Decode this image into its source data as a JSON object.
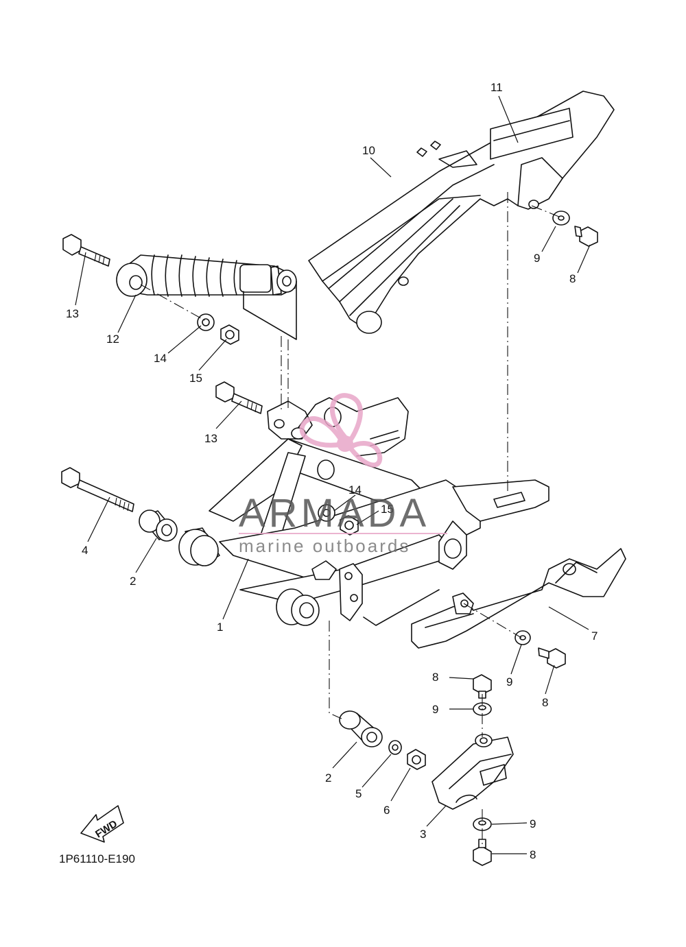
{
  "diagram": {
    "code": "1P61110-E190",
    "fwd_label": "FWD",
    "watermark": {
      "brand": "ARMADA",
      "tagline": "marine outboards",
      "colors": {
        "logo": "#e8a6c8",
        "text": "#555555"
      }
    },
    "callouts": {
      "c1": "1",
      "c2a": "2",
      "c2b": "2",
      "c3": "3",
      "c4": "4",
      "c5": "5",
      "c6": "6",
      "c7": "7",
      "c8a": "8",
      "c8b": "8",
      "c8c": "8",
      "c8d": "8",
      "c9a": "9",
      "c9b": "9",
      "c9c": "9",
      "c9d": "9",
      "c10": "10",
      "c11": "11",
      "c12": "12",
      "c13a": "13",
      "c13b": "13",
      "c14a": "14",
      "c14b": "14",
      "c15a": "15",
      "c15b": "15"
    }
  }
}
